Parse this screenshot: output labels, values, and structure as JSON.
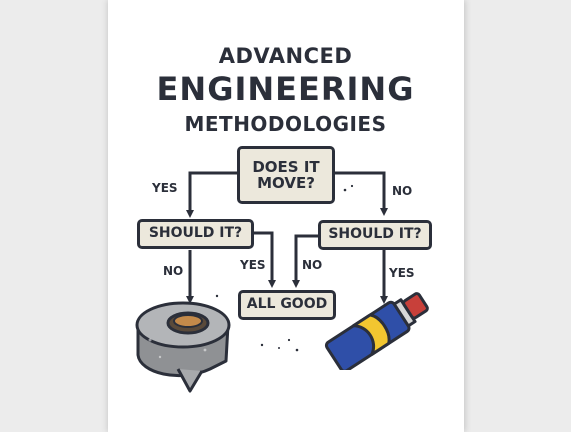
{
  "title": {
    "line1": "ADVANCED",
    "line2": "ENGINEERING",
    "line3": "METHODOLOGIES"
  },
  "nodes": {
    "start": "DOES IT MOVE?",
    "should_left": "SHOULD IT?",
    "should_right": "SHOULD IT?",
    "all_good": "ALL GOOD"
  },
  "edges": {
    "yes_top": "YES",
    "no_top": "NO",
    "no_left": "NO",
    "yes_mid": "YES",
    "no_mid": "NO",
    "yes_right": "YES"
  },
  "illustrations": {
    "left": "duct-tape-roll-icon",
    "right": "lubricant-spray-can-icon"
  },
  "colors": {
    "ink": "#2b2f3a",
    "box_fill": "#ece8dc",
    "can_blue": "#2f4fa8",
    "can_yellow": "#f2c630",
    "can_red": "#c8403a",
    "tape_gray": "#a7a9ac"
  }
}
